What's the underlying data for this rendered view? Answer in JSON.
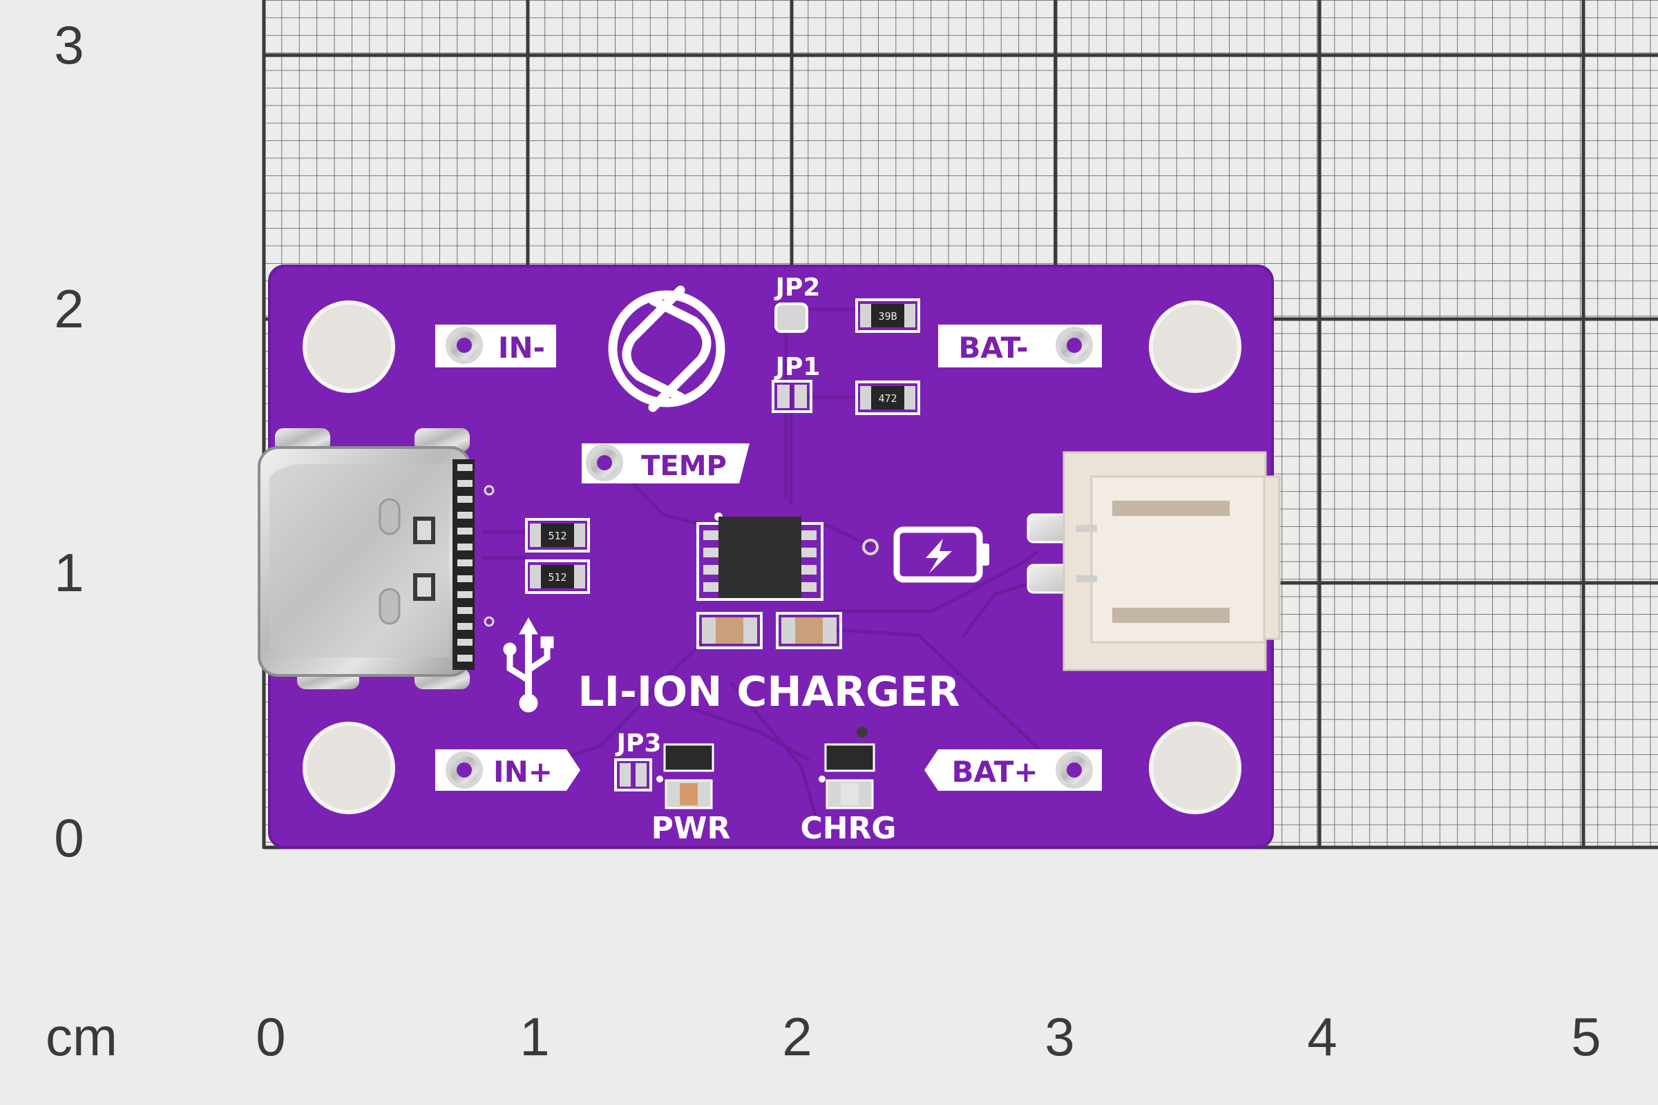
{
  "scale": {
    "unit": "cm",
    "x_ticks": [
      "0",
      "1",
      "2",
      "3",
      "4",
      "5"
    ],
    "y_ticks": [
      "0",
      "1",
      "2",
      "3"
    ]
  },
  "board": {
    "title": "LI-ION CHARGER",
    "pads": {
      "in_minus": "IN-",
      "in_plus": "IN+",
      "bat_minus": "BAT-",
      "bat_plus": "BAT+",
      "temp": "TEMP"
    },
    "jumpers": {
      "jp1": "JP1",
      "jp2": "JP2",
      "jp3": "JP3"
    },
    "leds": {
      "pwr": "PWR",
      "chrg": "CHRG"
    },
    "resistors": {
      "r1": "39B",
      "r2": "472",
      "r3": "512",
      "r4": "512"
    },
    "icons": [
      "logo-icon",
      "usb-icon",
      "battery-charge-icon"
    ],
    "colors": {
      "pcb": "#7b22b4",
      "silkscreen": "#ffffff",
      "grid": "#3f3f3f",
      "connector": "#ebe2d8"
    }
  }
}
